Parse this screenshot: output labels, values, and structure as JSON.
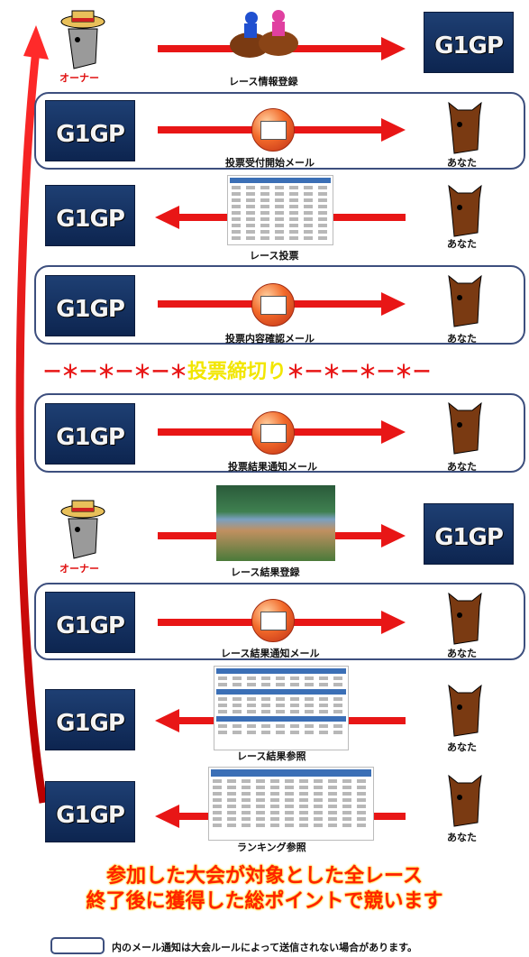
{
  "steps": [
    {
      "label": "レース情報登録",
      "left": "owner",
      "right": "g1gp"
    },
    {
      "label": "投票受付開始メール",
      "left": "g1gp",
      "right": "you"
    },
    {
      "label": "レース投票",
      "left": "g1gp",
      "right": "you"
    },
    {
      "label": "投票内容確認メール",
      "left": "g1gp",
      "right": "you"
    },
    {
      "label": "投票結果通知メール",
      "left": "g1gp",
      "right": "you"
    },
    {
      "label": "レース結果登録",
      "left": "owner",
      "right": "g1gp"
    },
    {
      "label": "レース結果通知メール",
      "left": "g1gp",
      "right": "you"
    },
    {
      "label": "レース結果参照",
      "left": "g1gp",
      "right": "you"
    },
    {
      "label": "ランキング参照",
      "left": "g1gp",
      "right": "you"
    }
  ],
  "actors": {
    "owner": "オーナー",
    "you": "あなた",
    "g1gp": "G1GP"
  },
  "cutoff": {
    "left": "ー＊ー＊ー＊ー＊",
    "text": "投票締切り",
    "right": "＊ー＊ー＊ー＊ー"
  },
  "summary": {
    "line1": "参加した大会が対象とした全レース",
    "line2": "終了後に獲得した総ポイントで競います"
  },
  "legend": {
    "note": "内のメール通知は大会ルールによって送信されない場合があります。"
  },
  "colors": {
    "arrow": "#e81616",
    "box_border": "#3d4f7e",
    "cutoff": "#f2e600",
    "summary": "#ff2200"
  }
}
